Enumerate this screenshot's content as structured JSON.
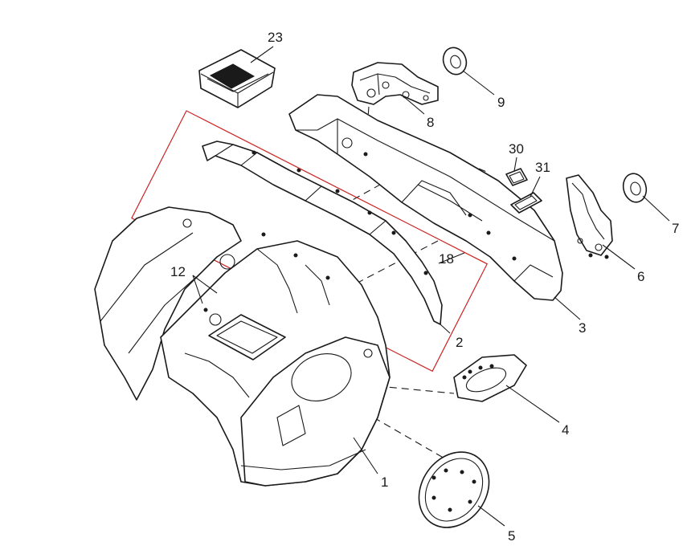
{
  "diagram": {
    "highlight_color": "#cc2222",
    "line_color": "#1a1a1a",
    "callouts": [
      {
        "id": "23",
        "label": "23"
      },
      {
        "id": "9",
        "label": "9"
      },
      {
        "id": "8",
        "label": "8"
      },
      {
        "id": "30",
        "label": "30"
      },
      {
        "id": "31",
        "label": "31"
      },
      {
        "id": "7",
        "label": "7"
      },
      {
        "id": "6",
        "label": "6"
      },
      {
        "id": "18",
        "label": "18"
      },
      {
        "id": "12",
        "label": "12"
      },
      {
        "id": "3",
        "label": "3"
      },
      {
        "id": "2",
        "label": "2"
      },
      {
        "id": "4",
        "label": "4"
      },
      {
        "id": "1",
        "label": "1"
      },
      {
        "id": "5",
        "label": "5"
      }
    ]
  }
}
